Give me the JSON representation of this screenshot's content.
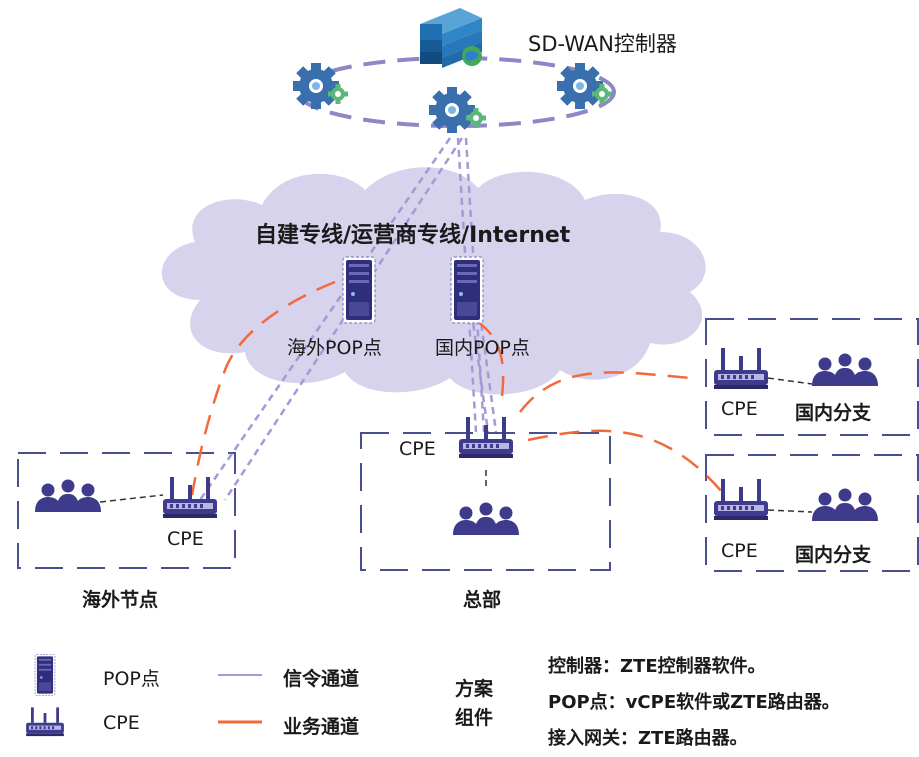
{
  "controller": {
    "label": "SD-WAN控制器",
    "icon": "server-stack-globe"
  },
  "cloud": {
    "label": "自建专线/运营商专线/Internet"
  },
  "pops": [
    {
      "label": "海外POP点",
      "icon": "pop-server"
    },
    {
      "label": "国内POP点",
      "icon": "pop-server"
    }
  ],
  "sites": {
    "overseas": {
      "label": "海外节点",
      "cpe_label": "CPE"
    },
    "hq": {
      "label": "总部",
      "cpe_label": "CPE"
    },
    "branches": [
      {
        "label": "国内分支",
        "cpe_label": "CPE"
      },
      {
        "label": "国内分支",
        "cpe_label": "CPE"
      }
    ]
  },
  "legend": {
    "pop": "POP点",
    "cpe": "CPE",
    "signal": "信令通道",
    "service": "业务通道",
    "signal_color": "#a49ad6",
    "service_color": "#f26a3c"
  },
  "components": {
    "title_line1": "方案",
    "title_line2": "组件",
    "lines": [
      "控制器：ZTE控制器软件。",
      "POP点：vCPE软件或ZTE路由器。",
      "接入网关：ZTE路由器。"
    ]
  },
  "colors": {
    "accent": "#3f3b8c",
    "cloud_fill": "#d7d3ec",
    "dash_box": "#4a4f8f",
    "gear": "#4a86c5"
  }
}
